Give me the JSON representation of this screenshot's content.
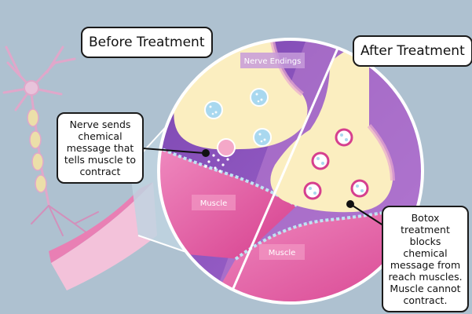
{
  "labels": {
    "before_treatment": "Before Treatment",
    "after_treatment": "After Treatment",
    "nerve_endings": "Nerve Endings",
    "muscle_left": "Muscle",
    "muscle_right": "Muscle"
  },
  "callouts": {
    "before_lines": [
      "Nerve sends",
      "chemical",
      "message that",
      "tells muscle to",
      "contract"
    ],
    "after_lines": [
      "Botox treatment",
      "blocks chemical",
      "message from",
      "reach muscles.",
      "Muscle cannot",
      "contract."
    ]
  },
  "colors": {
    "background": "#aec1d0",
    "nerve_purple": "#8a4fb5",
    "nerve_cream": "#fdf6c4",
    "muscle_pink": "#e0559a",
    "vesicle_blue": "#a9d8ef"
  }
}
